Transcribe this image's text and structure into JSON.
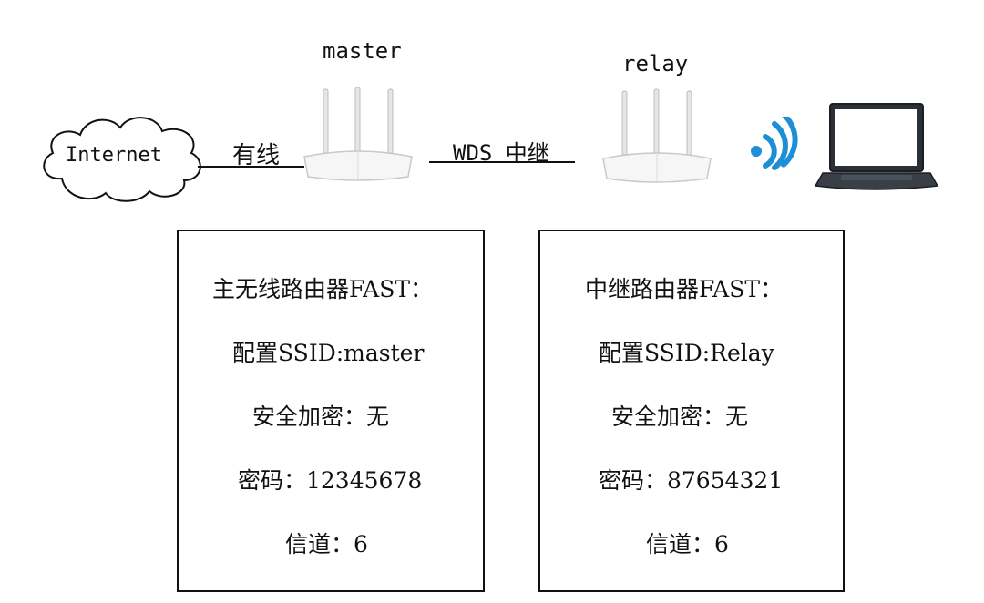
{
  "nodes": {
    "cloud_label": "Internet",
    "master_label": "master",
    "relay_label": "relay"
  },
  "links": {
    "wired_label": "有线",
    "wds_label": "WDS 中继"
  },
  "master_box": {
    "title": "主无线路由器FAST：",
    "ssid": "配置SSID:master",
    "security": "安全加密：无",
    "password": "密码：12345678",
    "channel": "信道：6"
  },
  "relay_box": {
    "title": "中继路由器FAST：",
    "ssid": "配置SSID:Relay",
    "security": "安全加密：无",
    "password": "密码：87654321",
    "channel": "信道：6"
  },
  "colors": {
    "wifi_signal": "#1e8fd6",
    "router_body": "#f4f4f4",
    "laptop_body": "#2b2f36"
  },
  "icons": [
    "cloud-icon",
    "router-icon",
    "wifi-signal-icon",
    "laptop-icon"
  ]
}
